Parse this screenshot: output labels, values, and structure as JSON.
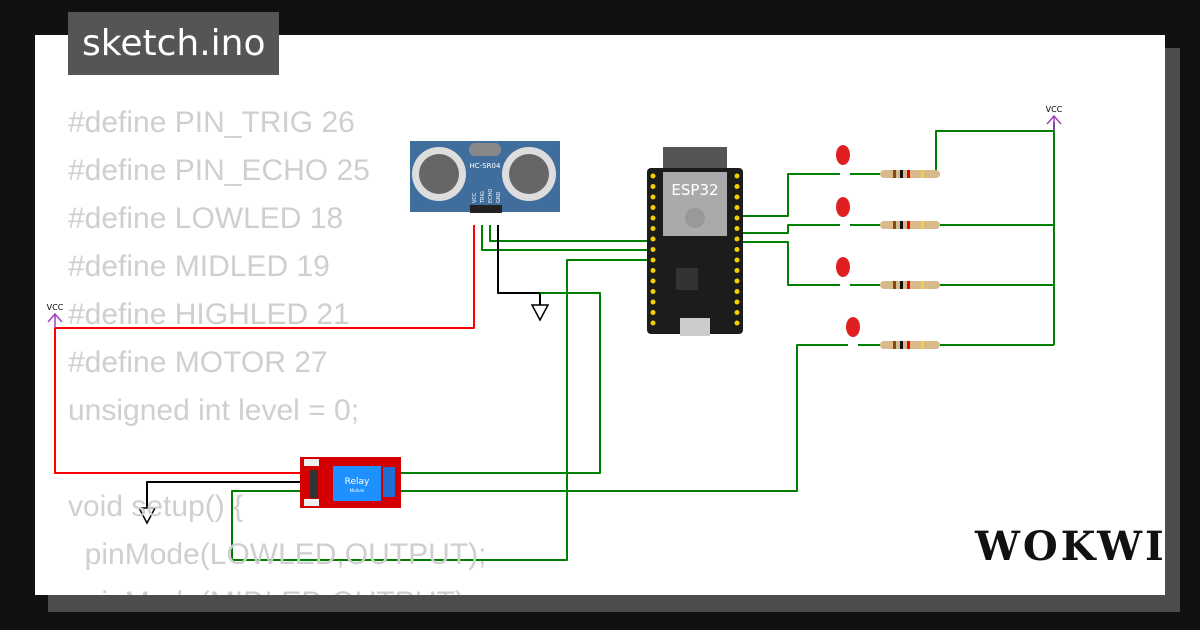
{
  "file_tab": {
    "title": "sketch.ino"
  },
  "code_lines": [
    "#define PIN_TRIG 26",
    "#define PIN_ECHO 25",
    "#define LOWLED 18",
    "#define MIDLED 19",
    "#define HIGHLED 21",
    "#define MOTOR 27",
    "unsigned int level = 0;",
    "",
    "void setup() {",
    "  pinMode(LOWLED,OUTPUT);",
    "  pinMode(MIDLED,OUTPUT);"
  ],
  "components": {
    "sensor_label": "HC-SR04",
    "sensor_pins": [
      "VCC",
      "TRIG",
      "ECHO",
      "GND"
    ],
    "mcu_label": "ESP32",
    "relay_label": "Relay",
    "relay_sublabel": "Module",
    "vcc_label": "VCC"
  },
  "wire_colors": {
    "signal": "#008000",
    "power": "#ff0000",
    "ground": "#000000"
  },
  "brand": {
    "logo": "WOKWI"
  }
}
